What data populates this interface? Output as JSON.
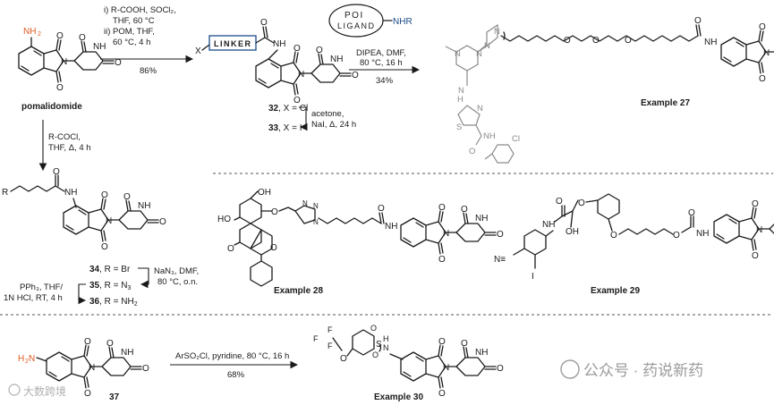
{
  "reactions": {
    "top_conditions": [
      "i) R-COOH, SOCl₂,",
      "THF, 60 °C",
      "ii) POM, THF,",
      "60 °C, 4 h"
    ],
    "top_yield": "86%",
    "poi_ligand": [
      "POI",
      "LIGAND"
    ],
    "poi_nhr": "NHR",
    "dipea_conditions": [
      "DIPEA, DMF,",
      "80 °C, 16 h"
    ],
    "dipea_yield": "34%",
    "acetone_conditions": [
      "acetone,",
      "NaI, Δ, 24 h"
    ],
    "rcocl_conditions": [
      "R-COCl,",
      "THF, Δ, 4 h"
    ],
    "nan3_conditions": [
      "NaN₃, DMF,",
      "80 °C, o.n."
    ],
    "pph3_conditions": [
      "PPh₃, THF/",
      "1N HCl, RT, 4 h"
    ],
    "arso2cl_conditions": "ArSO₂Cl, pyridine, 80 °C, 16 h",
    "arso2cl_yield": "68%"
  },
  "compounds": {
    "pomalidomide": "pomalidomide",
    "c32": "32, X = Cl",
    "c33": "33, X = I",
    "c34": "34, R = Br",
    "c35": "35, R = N₃",
    "c36": "36, R = NH₂",
    "c37": "37",
    "linker": "LINKER",
    "x_atom": "X",
    "r_atom": "R"
  },
  "examples": {
    "ex27": "Example 27",
    "ex28": "Example 28",
    "ex29": "Example 29",
    "ex30": "Example 30"
  },
  "watermark": {
    "right": "公众号 · 药说新药",
    "left": "大数跨境"
  }
}
